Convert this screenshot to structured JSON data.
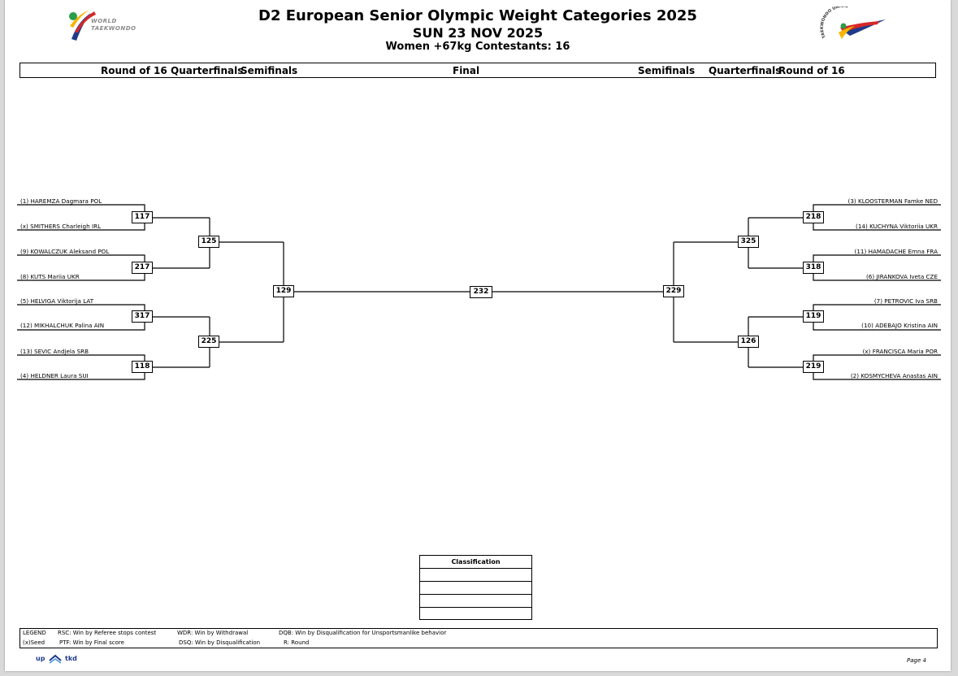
{
  "header": {
    "title": "D2 European Senior Olympic Weight Categories 2025",
    "date": "SUN 23 NOV 2025",
    "category": "Women +67kg  Contestants: 16",
    "logo_left_text": [
      "WORLD",
      "TAEKWONDO"
    ],
    "logo_right_text": "TAEKWONDO UNION"
  },
  "rounds": {
    "left_r16": "Round of 16",
    "left_qf": "Quarterfinals",
    "left_sf": "Semifinals",
    "final": "Final",
    "right_sf": "Semifinals",
    "right_qf": "Quarterfinals",
    "right_r16": "Round of 16"
  },
  "left_athletes": [
    "(1) HAREMZA Dagmara POL",
    "(x) SMITHERS Charleigh IRL",
    "(9) KOWALCZUK Aleksand POL",
    "(8) KUTS Mariia UKR",
    "(5) HELVIGA Viktorija LAT",
    "(12) MIKHALCHUK Palina AIN",
    "(13) SEVIC Andjela SRB",
    "(4) HELDNER Laura SUI"
  ],
  "right_athletes": [
    "(3) KLOOSTERMAN Famke NED",
    "(14) KUCHYNA Viktoriia UKR",
    "(11) HAMADACHE Emna FRA",
    "(6) JIRANKOVA Iveta CZE",
    "(7) PETROVIC Iva SRB",
    "(10) ADEBAJO Kristina AIN",
    "(x) FRANCISCA Maria POR",
    "(2) KOSMYCHEVA Anastas AIN"
  ],
  "matches": {
    "left_r16": [
      "117",
      "217",
      "317",
      "118"
    ],
    "left_qf": [
      "125",
      "225"
    ],
    "left_sf": "129",
    "final": "232",
    "right_sf": "229",
    "right_qf": [
      "325",
      "126"
    ],
    "right_r16": [
      "218",
      "318",
      "119",
      "219"
    ]
  },
  "classification": {
    "title": "Classification",
    "rows": [
      "",
      "",
      "",
      ""
    ]
  },
  "legend": {
    "label": "LEGEND",
    "seed": "(x)Seed",
    "rsc": "RSC: Win by Referee stops contest",
    "ptf": "PTF: Win by Final score",
    "wdr": "WDR: Win by Withdrawal",
    "dsq": "DSQ: Win by Disqualification",
    "dqb": "DQB: Win by Disqualification for Unsportsmanlike behavior",
    "r": "R: Round"
  },
  "footer": {
    "logo_up": "up",
    "logo_tkd": "tkd",
    "page": "Page 4"
  },
  "colors": {
    "line": "#000000",
    "sheet": "#ffffff",
    "background": "#d9d9d9",
    "logo_blue": "#1e3a8a"
  }
}
